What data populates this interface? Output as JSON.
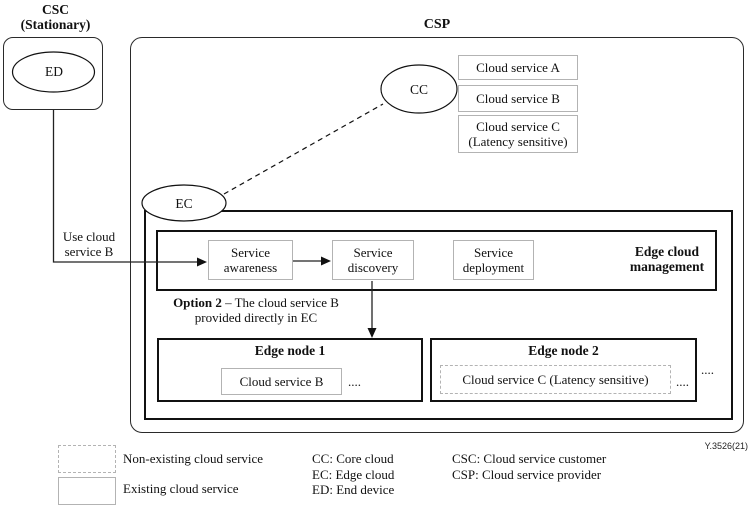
{
  "figure_id": "Y.3526(21)",
  "colors": {
    "gray_box_border": "#b3b3b3",
    "line_black": "#111111"
  },
  "csc": {
    "title": "CSC",
    "subtitle": "(Stationary)",
    "device": "ED"
  },
  "csp": {
    "label": "CSP",
    "core_cloud": "CC",
    "edge_cloud": "EC",
    "cloud_services": [
      "Cloud service A",
      "Cloud service B",
      "Cloud service C (Latency sensitive)"
    ]
  },
  "edge_cloud_management": {
    "label": "Edge cloud management",
    "functions": [
      "Service awareness",
      "Service discovery",
      "Service deployment"
    ]
  },
  "flow": {
    "use_service_label": "Use cloud service B",
    "option2_bold": "Option 2",
    "option2_line1_rest": " – The cloud service B",
    "option2_line2": "provided directly in EC"
  },
  "edge_nodes": [
    {
      "title": "Edge node 1",
      "service": "Cloud service B",
      "dots": "...."
    },
    {
      "title": "Edge node 2",
      "service": "Cloud service C (Latency sensitive)",
      "dots": "...."
    }
  ],
  "outer_dots": "....",
  "legend": {
    "non_existing_label": "Non-existing cloud service",
    "existing_label": "Existing cloud service",
    "abbr_col1": "CC: Core cloud\nEC: Edge cloud\nED: End device",
    "abbr_col2": "CSC: Cloud service customer\nCSP: Cloud service provider"
  }
}
